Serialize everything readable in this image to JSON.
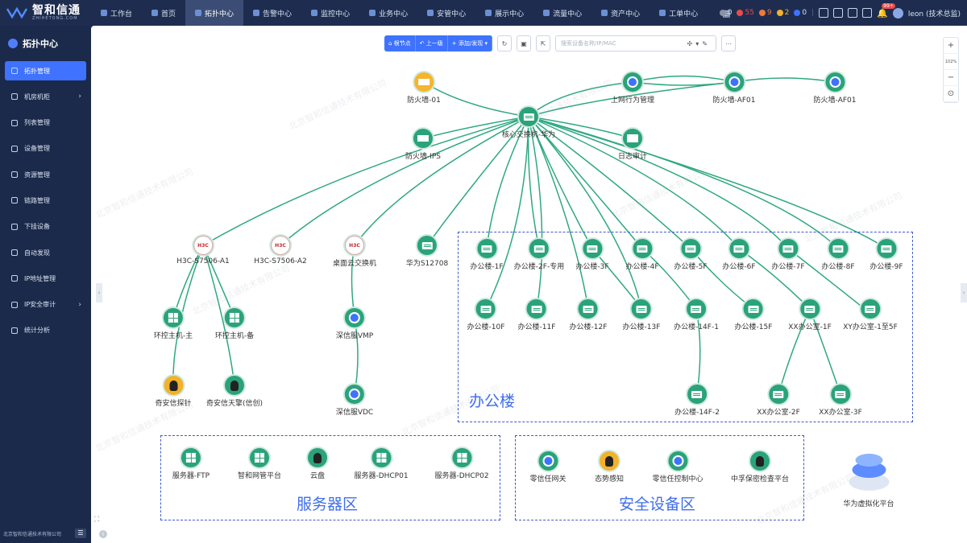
{
  "app": {
    "logo_text": "智和信通",
    "logo_sub": "ZHIHETONG.COM"
  },
  "top_nav": [
    {
      "label": "工作台"
    },
    {
      "label": "首页"
    },
    {
      "label": "拓扑中心",
      "active": true
    },
    {
      "label": "告警中心"
    },
    {
      "label": "监控中心"
    },
    {
      "label": "业务中心"
    },
    {
      "label": "安管中心"
    },
    {
      "label": "展示中心"
    },
    {
      "label": "流量中心"
    },
    {
      "label": "资产中心"
    },
    {
      "label": "工单中心"
    }
  ],
  "status": {
    "counts": [
      {
        "value": "0",
        "color": "#8a93a5"
      },
      {
        "value": "55",
        "color": "#e84b4b"
      },
      {
        "value": "9",
        "color": "#f07a3a"
      },
      {
        "value": "2",
        "color": "#f2b229"
      },
      {
        "value": "0",
        "color": "#3e72ff"
      }
    ],
    "bell_badge": "99+",
    "user": "leon (技术总监)"
  },
  "sidebar": {
    "title": "拓扑中心",
    "items": [
      {
        "label": "拓扑管理",
        "active": true
      },
      {
        "label": "机房机柜",
        "has_children": true
      },
      {
        "label": "列表管理"
      },
      {
        "label": "设备管理"
      },
      {
        "label": "资源管理"
      },
      {
        "label": "链路管理"
      },
      {
        "label": "下挂设备"
      },
      {
        "label": "自动发现"
      },
      {
        "label": "IP地址管理"
      },
      {
        "label": "IP安全审计",
        "has_children": true
      },
      {
        "label": "统计分析"
      }
    ],
    "footer": "北京智和信通技术有限公司"
  },
  "toolbar": {
    "root_label": "根节点",
    "up_label": "上一级",
    "add_label": "添加/发现",
    "search_placeholder": "搜索设备名称/IP/MAC"
  },
  "zoom": {
    "level": "102%"
  },
  "watermark": "北京智和信通技术有限公司",
  "nodes": {
    "fw01": "防火墙-01",
    "core": "核心交换机-华为",
    "ips": "防火墙-IPS",
    "behavior": "上网行为管理",
    "af01a": "防火墙-AF01",
    "af01b": "防火墙-AF01",
    "log": "日志审计",
    "h3c1": "H3C-S7506-A1",
    "h3c2": "H3C-S7506-A2",
    "desk": "桌面云交换机",
    "hw12708": "华为S12708",
    "env_main": "环控主机-主",
    "env_bak": "环控主机-备",
    "qax_probe": "奇安信探针",
    "qax_sky": "奇安信天擎(信创)",
    "vmp": "深信服VMP",
    "vdc": "深信服VDC",
    "o1": "办公楼-1F",
    "o2": "办公楼-2F-专用",
    "o3": "办公楼-3F",
    "o4": "办公楼-4F",
    "o5": "办公楼-5F",
    "o6": "办公楼-6F",
    "o7": "办公楼-7F",
    "o8": "办公楼-8F",
    "o9": "办公楼-9F",
    "o10": "办公楼-10F",
    "o11": "办公楼-11F",
    "o12": "办公楼-12F",
    "o13": "办公楼-13F",
    "o14_1": "办公楼-14F-1",
    "o15": "办公楼-15F",
    "xx1": "XX办公室-1F",
    "xy": "XY办公室-1至5F",
    "o14_2": "办公楼-14F-2",
    "xx2": "XX办公室-2F",
    "xx3": "XX办公室-3F",
    "ftp": "服务器-FTP",
    "zhwg": "智和网管平台",
    "cloud": "云盘",
    "dhcp1": "服务器-DHCP01",
    "dhcp2": "服务器-DHCP02",
    "zt_gw": "零信任网关",
    "situ": "态势感知",
    "zt_ctrl": "零信任控制中心",
    "secrecy": "中孚保密检查平台",
    "hw_virt": "华为虚拟化平台"
  },
  "regions": {
    "office": "办公楼",
    "server": "服务器区",
    "security": "安全设备区"
  }
}
